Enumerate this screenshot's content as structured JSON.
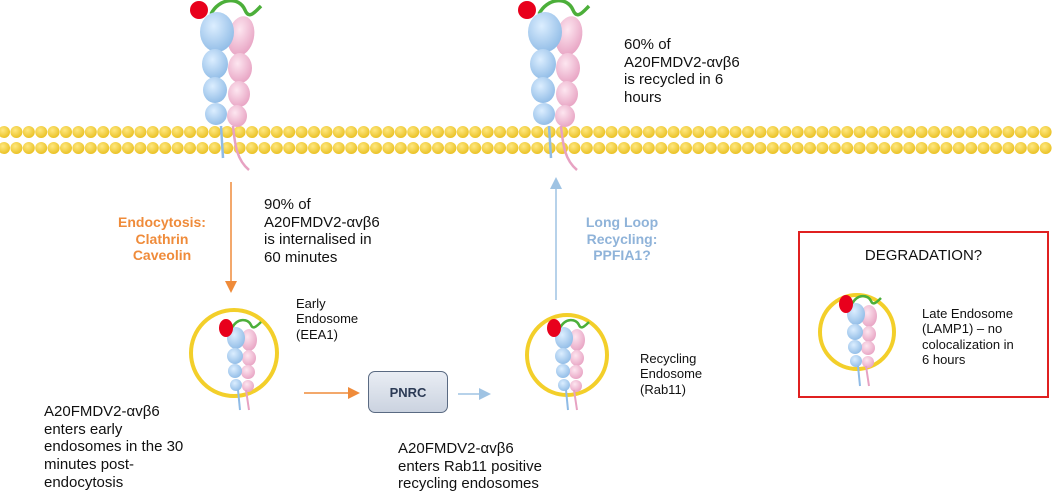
{
  "labels": {
    "recycled": "60%  of\nA20FMDV2-αvβ6\nis recycled in 6\nhours",
    "internalised": "90%  of\nA20FMDV2-αvβ6\nis internalised in\n60 minutes",
    "endocytosis": "Endocytosis:\nClathrin\nCaveolin",
    "long_loop": "Long Loop\nRecycling:\nPPFIA1?",
    "early_endosome": "Early\nEndosome\n(EEA1)",
    "recycling_endosome": "Recycling\nEndosome\n(Rab11)",
    "pnrc": "PNRC",
    "early_entry": "A20FMDV2-αvβ6\nenters early\nendosomes in the 30\nminutes post-\nendocytosis",
    "rab11_entry": "A20FMDV2-αvβ6\nenters Rab11 positive\nrecycling endosomes",
    "degradation_title": "DEGRADATION?",
    "late_endosome": "Late Endosome\n(LAMP1) – no\ncolocalization in\n6 hours"
  },
  "colors": {
    "membrane": "#f2cc2f",
    "integrin_blue": "#a9cdef",
    "integrin_pink": "#f0b8d2",
    "ligand_red": "#e8001c",
    "ligand_green": "#4caf3a",
    "endosome_ring": "#f3cf2a",
    "endocytosis_arrow": "#ef8b3a",
    "recycling_arrow": "#9fc3e3",
    "degradation_border": "#e02020"
  }
}
